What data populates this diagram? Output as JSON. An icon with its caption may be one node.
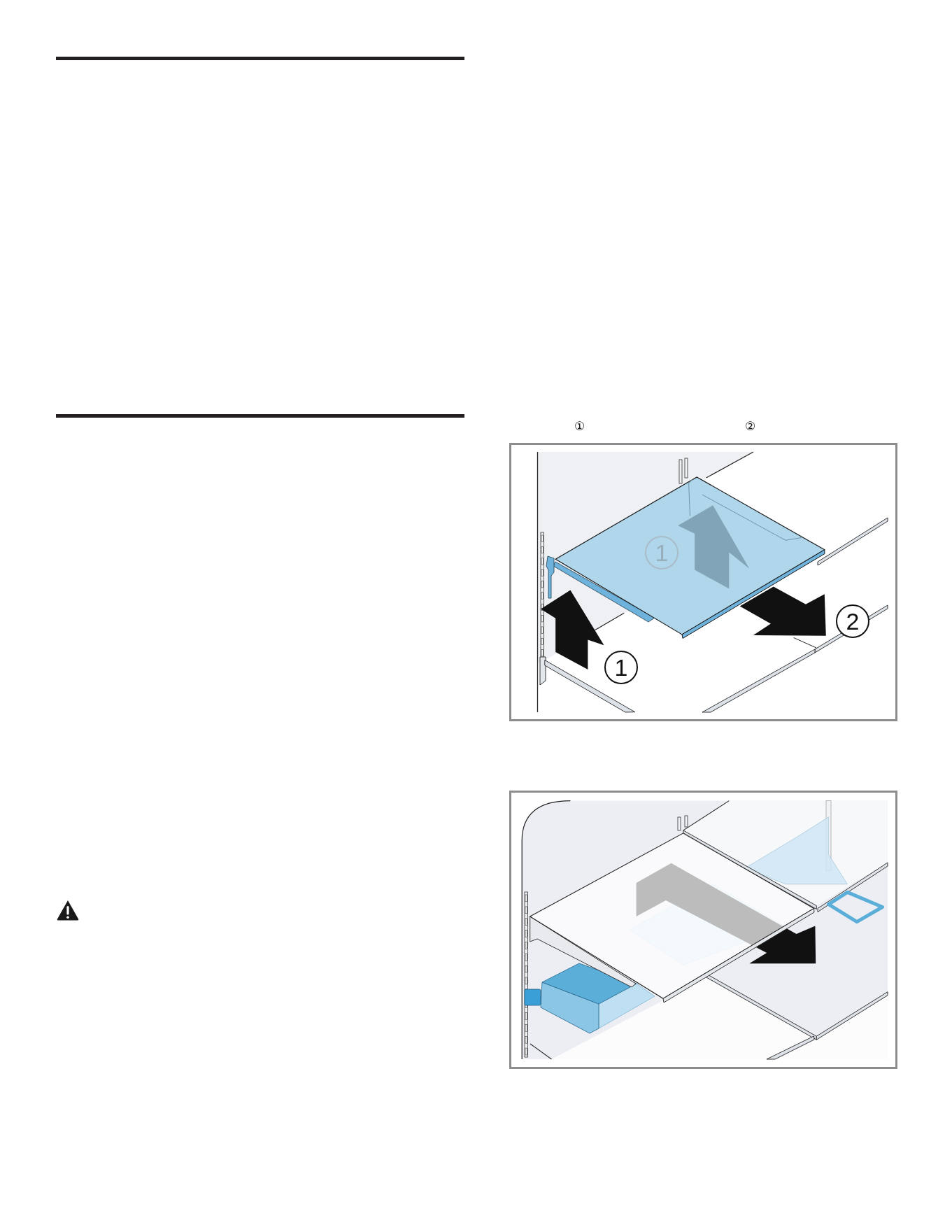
{
  "diagram": {
    "labels": [
      "①",
      "②",
      "1",
      "2",
      "1"
    ]
  }
}
